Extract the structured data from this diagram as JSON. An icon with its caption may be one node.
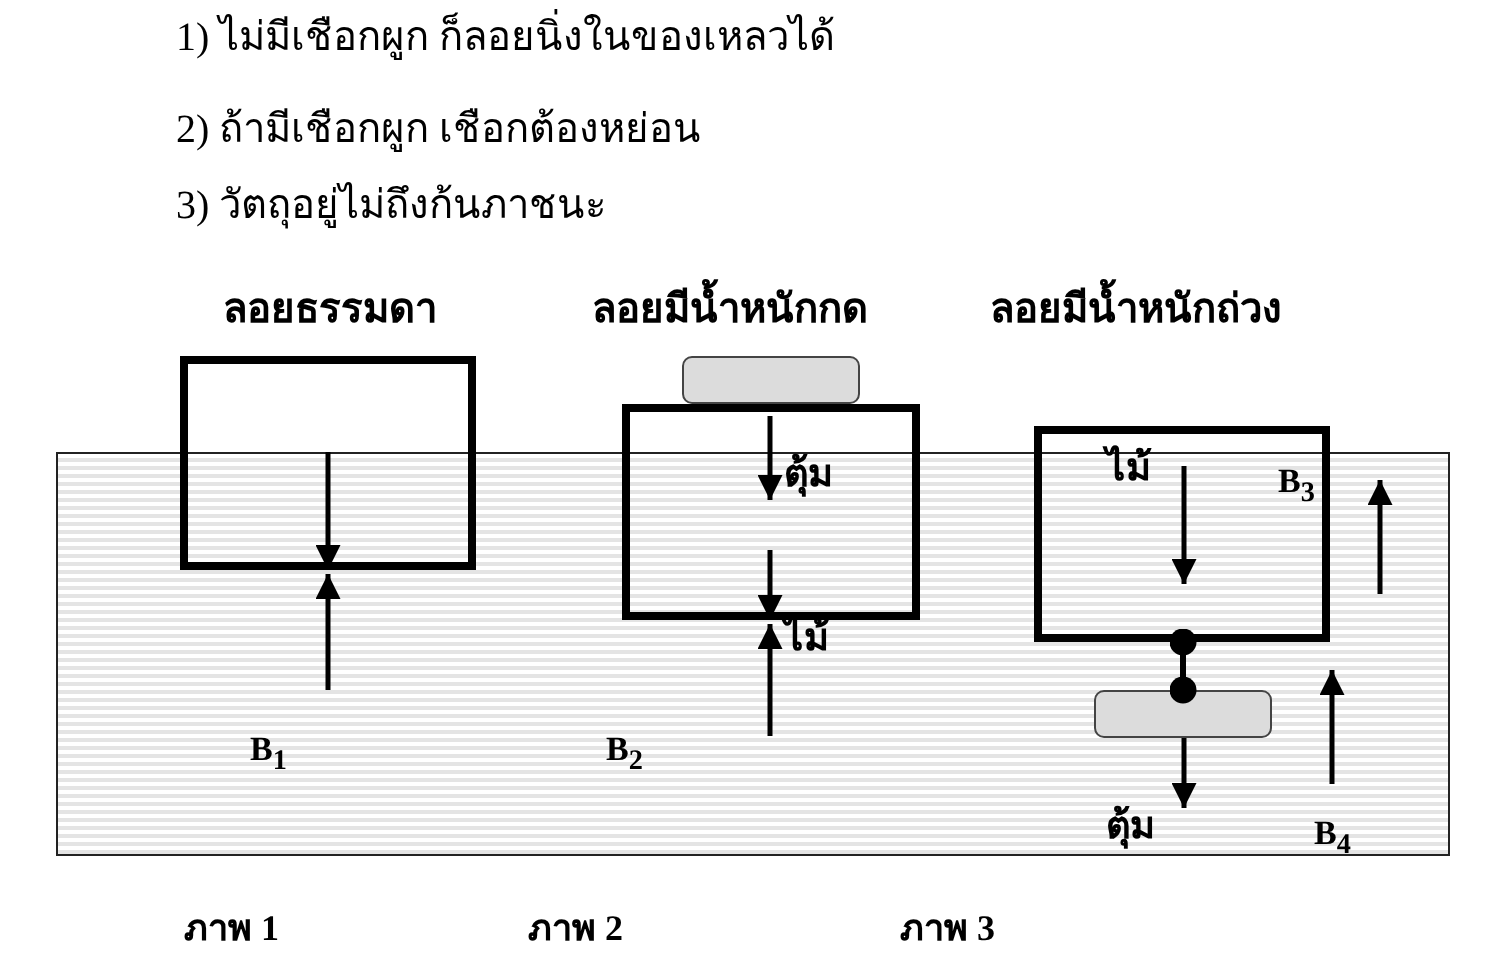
{
  "diagram": {
    "nodes": [
      {
        "text": [],
        "shape": "box"
      },
      {
        "text": [],
        "shape": "box"
      },
      {
        "text": [],
        "shape": "box"
      },
      {
        "text": [],
        "shape": "box"
      },
      {
        "text": [],
        "shape": "box"
      }
    ],
    "edges": [
      {
        "from": 3,
        "to": 4,
        "arrow": "other"
      }
    ],
    "labels": [
      "1) ไม่มีเชือกผูก  ก็ลอยนิ่งในของเหลวได้",
      "2) ถ้ามีเชือกผูก  เชือกต้องหย่อน",
      "3) วัตถุอยู่ไม่ถึงก้นภาชนะ",
      "ลอยธรรมดา",
      "ลอยมีน้ำหนักกด",
      "ลอยมีน้ำหนักถ่วง",
      "ตุ้ม",
      "ไม้",
      "B$_{3}$",
      "ไม้",
      "B$_{1}$",
      "B$_{2}$",
      "ตุ้ม",
      "B$_{4}$",
      "ภาพ 1",
      "ภาพ 2",
      "ภาพ 3"
    ]
  }
}
